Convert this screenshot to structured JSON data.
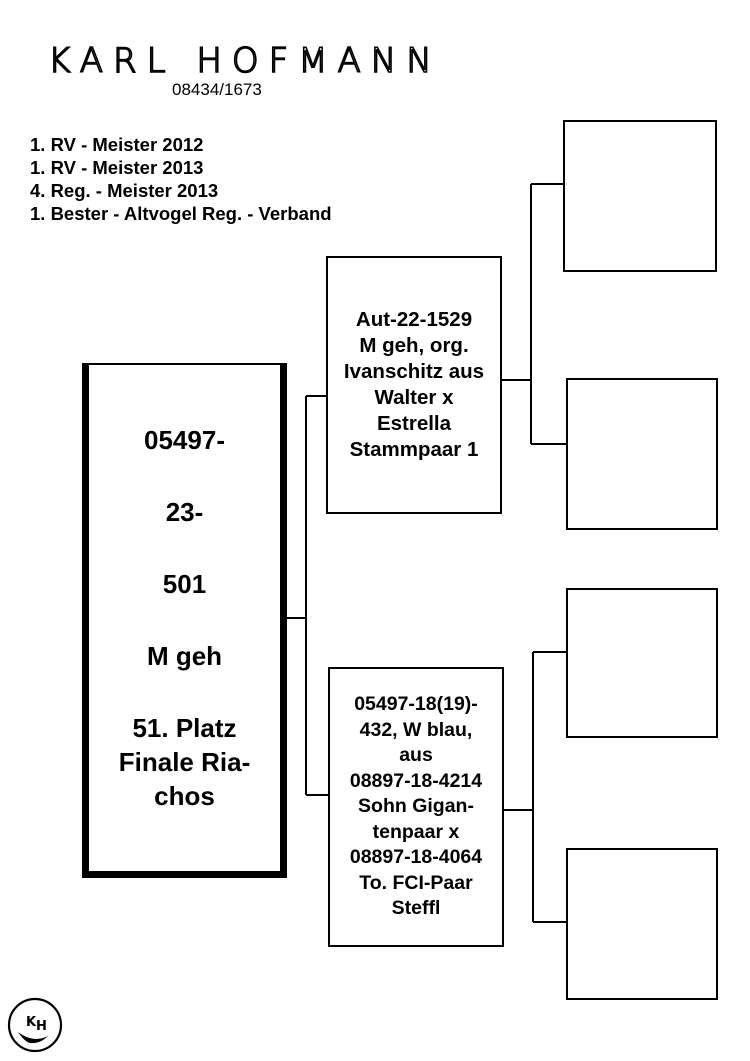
{
  "header": {
    "breeder_name": "KARL HOFMANN",
    "registration_number": "08434/1673"
  },
  "achievements": [
    "1. RV - Meister 2012",
    "1. RV - Meister 2013",
    "4. Reg. - Meister 2013",
    "1. Bester - Altvogel Reg. - Verband"
  ],
  "pigeon": {
    "line1": "05497-",
    "line2": "23-",
    "line3": "501",
    "line4": "M geh",
    "line5": "51. Platz",
    "line6": "Finale Ria-",
    "line7": "chos"
  },
  "sire": [
    "Aut-22-1529",
    "M geh, org.",
    "Ivanschitz aus",
    "Walter x",
    "Estrella",
    "Stammpaar 1"
  ],
  "dam": [
    "05497-18(19)-",
    "432, W blau,",
    "aus",
    "08897-18-4214",
    "Sohn Gigan-",
    "tenpaar x",
    "08897-18-4064",
    "To. FCI-Paar",
    "Steffl"
  ],
  "logo": {
    "initials_top": "K",
    "initials_bottom": "H",
    "icon": "dove-icon"
  }
}
